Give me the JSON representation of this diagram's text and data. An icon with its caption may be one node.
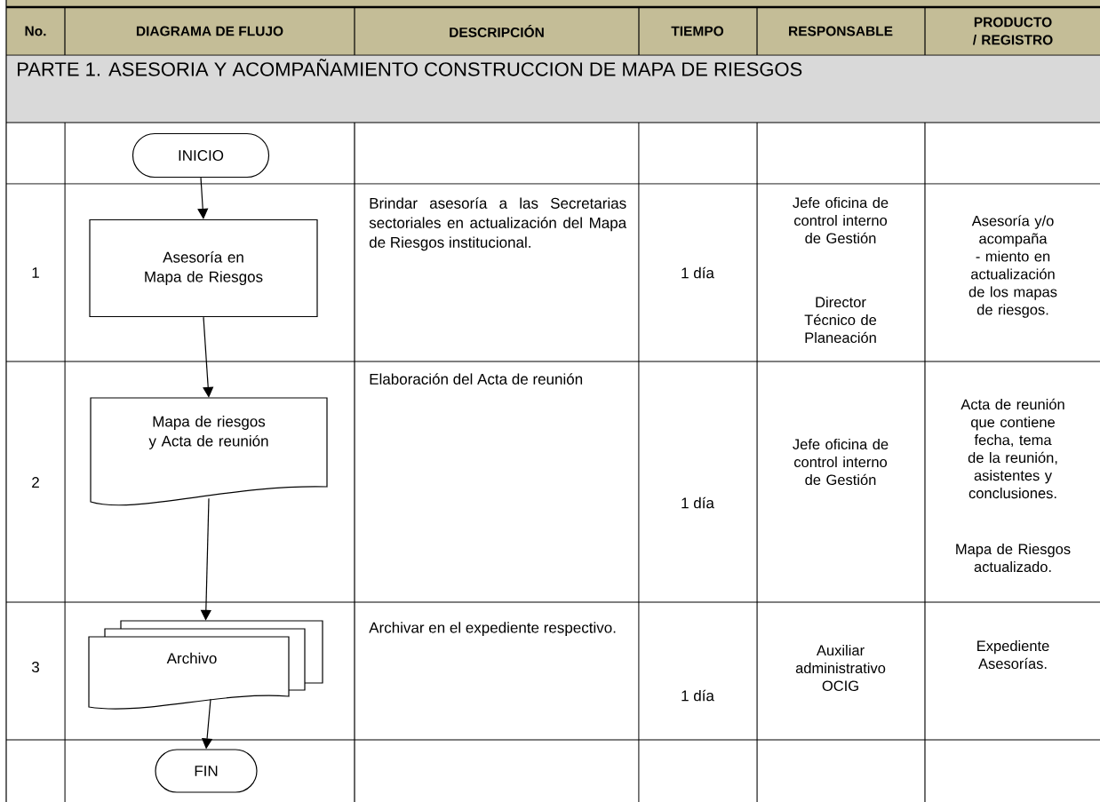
{
  "diagram": {
    "nodes": [
      {
        "text": [
          "INICIO"
        ]
      },
      {
        "text": [
          "Asesoría en Mapa de Riesgos"
        ]
      },
      {
        "text": [
          "Mapa de riesgos y Acta de reunión"
        ]
      },
      {
        "text": [
          "Archivo"
        ]
      },
      {
        "text": [
          "FIN"
        ]
      }
    ],
    "edges": [
      {
        "from": 0,
        "to": 1,
        "arrow": "to"
      },
      {
        "from": 1,
        "to": 2,
        "arrow": "to"
      },
      {
        "from": 2,
        "to": 3,
        "arrow": "to"
      },
      {
        "from": 3,
        "to": 4,
        "arrow": "to"
      }
    ],
    "labels": [
      "No.",
      "DIAGRAMA DE FLUJO",
      "DESCRIPCIÓN",
      "TIEMPO",
      "RESPONSABLE",
      "PRODUCTO / REGISTRO",
      "PARTE 1. ASESORIA Y ACOMPAÑAMIENTO CONSTRUCCION DE MAPA DE RIESGOS",
      "1",
      "Brindar asesoría a las Secretarias sectoriales en actualización del Mapa de Riesgos institucional.",
      "1 día",
      "Jefe oficina de control interno de Gestión",
      "Director Técnico de Planeación",
      "Asesoría y/o acompaña - miento en actualización de los mapas de riesgos.",
      "2",
      "Elaboración del Acta de reunión",
      "1 día",
      "Jefe oficina de control interno de Gestión",
      "Acta de reunión que contiene fecha, tema de la reunión, asistentes y conclusiones.",
      "Mapa de Riesgos actualizado.",
      "3",
      "Archivar en el expediente respectivo.",
      "1 día",
      "Auxiliar administrativo OCIG",
      "Expediente Asesorías."
    ]
  }
}
